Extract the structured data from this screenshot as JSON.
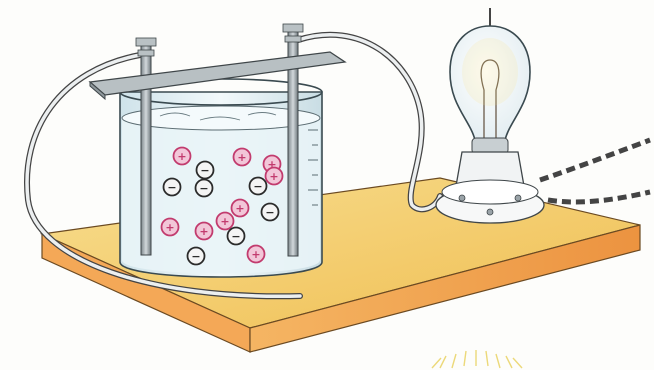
{
  "scene": {
    "subject": "electrolyte-conductivity-apparatus",
    "components": [
      "beaker-with-solution",
      "electrode-bar",
      "electrodes",
      "light-bulb",
      "socket",
      "wires",
      "wooden-base"
    ],
    "labels": []
  },
  "ions": {
    "positive_symbol": "+",
    "negative_symbol": "−",
    "positive_color": "#c23b6e",
    "positive_fill": "#f2c6d8",
    "negative_color": "#2b2b2b",
    "negative_fill": "#f4f4f4",
    "positive_count": 9,
    "negative_count": 7
  },
  "colors": {
    "board_top": "#f2cb6a",
    "board_front": "#f2a14e",
    "board_side": "#e88a3c",
    "glass": "#dfeff4",
    "electrode": "#9aa3a8",
    "wire": "#eceff0",
    "bulb_glow": "#f7e38a"
  }
}
